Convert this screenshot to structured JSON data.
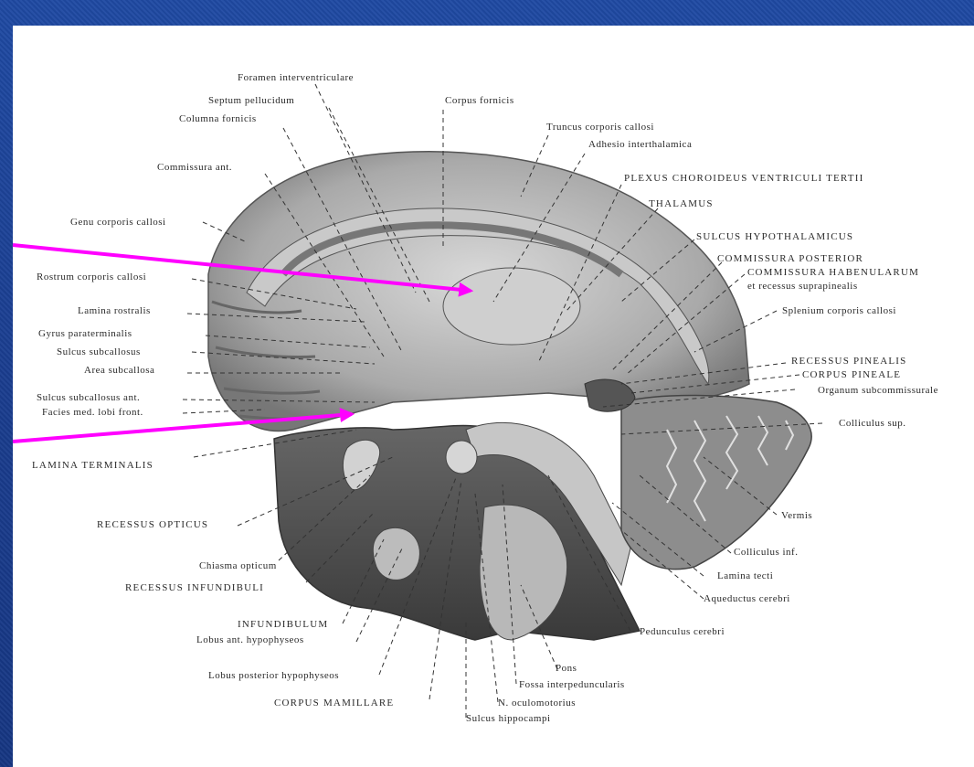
{
  "labels": {
    "foramen_interventriculare": "Foramen interventriculare",
    "septum_pellucidum": "Septum pellucidum",
    "corpus_fornicis": "Corpus fornicis",
    "columna_fornicis": "Columna fornicis",
    "truncus_corporis_callosi": "Truncus corporis callosi",
    "adhesio_interthalamica": "Adhesio interthalamica",
    "commissura_ant": "Commissura ant.",
    "plexus_choroideus": "PLEXUS CHOROIDEUS VENTRICULI TERTII",
    "thalamus": "THALAMUS",
    "genu_corporis_callosi": "Genu corporis callosi",
    "sulcus_hypothalamicus": "SULCUS HYPOTHALAMICUS",
    "commissura_posterior": "COMMISSURA POSTERIOR",
    "commissura_habenularum": "COMMISSURA HABENULARUM",
    "recessus_suprapinealis": "et recessus suprapinealis",
    "rostrum_corporis_callosi": "Rostrum corporis callosi",
    "splenium_corporis_callosi": "Splenium corporis callosi",
    "lamina_rostralis": "Lamina rostralis",
    "gyrus_paraterminalis": "Gyrus paraterminalis",
    "sulcus_subcallosus": "Sulcus subcallosus",
    "recessus_pinealis": "RECESSUS PINEALIS",
    "corpus_pineale": "CORPUS PINEALE",
    "area_subcallosa": "Area subcallosa",
    "organum_subcommissurale": "Organum subcommissurale",
    "sulcus_subcallosus_ant": "Sulcus subcallosus ant.",
    "facies_med_lobi_front": "Facies med. lobi front.",
    "colliculus_sup": "Colliculus sup.",
    "lamina_terminalis": "LAMINA TERMINALIS",
    "recessus_opticus": "RECESSUS OPTICUS",
    "vermis": "Vermis",
    "colliculus_inf": "Colliculus inf.",
    "chiasma_opticum": "Chiasma opticum",
    "recessus_infundibuli": "RECESSUS INFUNDIBULI",
    "lamina_tecti": "Lamina tecti",
    "aqueductus_cerebri": "Aqueductus cerebri",
    "infundibulum": "INFUNDIBULUM",
    "lobus_ant_hypophyseos": "Lobus ant. hypophyseos",
    "pedunculus_cerebri": "Pedunculus cerebri",
    "pons": "Pons",
    "lobus_posterior_hypophyseos": "Lobus posterior hypophyseos",
    "fossa_interpeduncularis": "Fossa interpeduncularis",
    "corpus_mamillare": "CORPUS MAMILLARE",
    "n_oculomotorius": "N. oculomotorius",
    "sulcus_hippocampi": "Sulcus hippocampi"
  },
  "colors": {
    "slide_background": "#1b3f92",
    "panel_background": "#ffffff",
    "pointer_arrow": "#ff00ff",
    "ink": "#2a2a2a"
  }
}
